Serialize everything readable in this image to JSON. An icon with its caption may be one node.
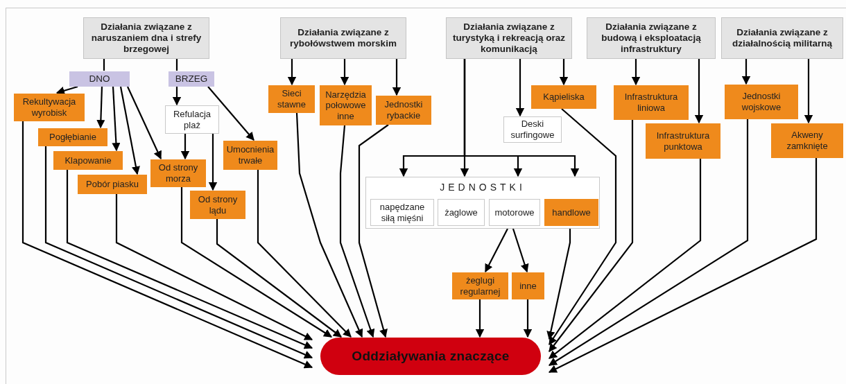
{
  "diagram": {
    "nodes": [
      {
        "text": [
          "Działania związane z naruszaniem dna i strefy brzegowej"
        ]
      },
      {
        "text": [
          "DNO"
        ]
      },
      {
        "text": [
          "BRZEG"
        ]
      },
      {
        "text": [
          "Rekultywacja wyrobisk"
        ]
      },
      {
        "text": [
          "Pogłębianie"
        ]
      },
      {
        "text": [
          "Klapowanie"
        ]
      },
      {
        "text": [
          "Pobór piasku"
        ]
      },
      {
        "text": [
          "Refulacja plaż"
        ]
      },
      {
        "text": [
          "Od strony morza"
        ]
      },
      {
        "text": [
          "Od strony lądu"
        ]
      },
      {
        "text": [
          "Umocnienia trwałe"
        ]
      },
      {
        "text": [
          "Działania związane z rybołówstwem morskim"
        ]
      },
      {
        "text": [
          "Sieci stawne"
        ]
      },
      {
        "text": [
          "Narzędzia połowowe inne"
        ]
      },
      {
        "text": [
          "Jednostki rybackie"
        ]
      },
      {
        "text": [
          "Działania związane z turystyką i rekreacją oraz komunikacją"
        ]
      },
      {
        "text": [
          "Kąpieliska"
        ]
      },
      {
        "text": [
          "Deski surfingowe"
        ]
      },
      {
        "text": [
          "JEDNOSTKI"
        ]
      },
      {
        "text": [
          "napędzane siłą mięśni"
        ],
        "in": 18
      },
      {
        "text": [
          "żaglowe"
        ],
        "in": 18
      },
      {
        "text": [
          "motorowe"
        ],
        "in": 18
      },
      {
        "text": [
          "handlowe"
        ],
        "in": 18
      },
      {
        "text": [
          "żeglugi regularnej"
        ]
      },
      {
        "text": [
          "inne"
        ]
      },
      {
        "text": [
          "Działania związane z budową i eksploatacją infrastruktury"
        ]
      },
      {
        "text": [
          "Infrastruktura liniowa"
        ]
      },
      {
        "text": [
          "Infrastruktura punktowa"
        ]
      },
      {
        "text": [
          "Działania związane z działalnością militarną"
        ]
      },
      {
        "text": [
          "Jednostki wojskowe"
        ]
      },
      {
        "text": [
          "Akweny zamknięte"
        ]
      },
      {
        "text": [
          "Oddziaływania znaczące"
        ]
      }
    ],
    "edges": [
      {
        "from": 0,
        "to": 1,
        "arrow": "none"
      },
      {
        "from": 1,
        "to": 3,
        "arrow": "to"
      },
      {
        "from": 1,
        "to": 4,
        "arrow": "to"
      },
      {
        "from": 1,
        "to": 5,
        "arrow": "to"
      },
      {
        "from": 1,
        "to": 6,
        "arrow": "to"
      },
      {
        "from": 1,
        "to": 8,
        "arrow": "to"
      },
      {
        "from": 0,
        "to": 2,
        "arrow": "none"
      },
      {
        "from": 2,
        "to": 7,
        "arrow": "to"
      },
      {
        "from": 2,
        "to": 10,
        "arrow": "to"
      },
      {
        "from": 7,
        "to": 8,
        "arrow": "to"
      },
      {
        "from": 7,
        "to": 9,
        "arrow": "to"
      },
      {
        "from": 11,
        "to": 12,
        "arrow": "to"
      },
      {
        "from": 11,
        "to": 13,
        "arrow": "to"
      },
      {
        "from": 11,
        "to": 14,
        "arrow": "to"
      },
      {
        "from": 15,
        "to": 16,
        "arrow": "to"
      },
      {
        "from": 15,
        "to": 17,
        "arrow": "to"
      },
      {
        "from": 15,
        "to": 19,
        "arrow": "to"
      },
      {
        "from": 15,
        "to": 20,
        "arrow": "to"
      },
      {
        "from": 15,
        "to": 21,
        "arrow": "to"
      },
      {
        "from": 15,
        "to": 22,
        "arrow": "to"
      },
      {
        "from": 21,
        "to": 23,
        "arrow": "to"
      },
      {
        "from": 21,
        "to": 24,
        "arrow": "to"
      },
      {
        "from": 25,
        "to": 26,
        "arrow": "to"
      },
      {
        "from": 25,
        "to": 27,
        "arrow": "to"
      },
      {
        "from": 28,
        "to": 29,
        "arrow": "to"
      },
      {
        "from": 28,
        "to": 30,
        "arrow": "to"
      },
      {
        "from": 3,
        "to": 31,
        "arrow": "to"
      },
      {
        "from": 4,
        "to": 31,
        "arrow": "to"
      },
      {
        "from": 5,
        "to": 31,
        "arrow": "to"
      },
      {
        "from": 6,
        "to": 31,
        "arrow": "to"
      },
      {
        "from": 8,
        "to": 31,
        "arrow": "to"
      },
      {
        "from": 9,
        "to": 31,
        "arrow": "to"
      },
      {
        "from": 10,
        "to": 31,
        "arrow": "to"
      },
      {
        "from": 12,
        "to": 31,
        "arrow": "to"
      },
      {
        "from": 13,
        "to": 31,
        "arrow": "to"
      },
      {
        "from": 14,
        "to": 31,
        "arrow": "to"
      },
      {
        "from": 23,
        "to": 31,
        "arrow": "to"
      },
      {
        "from": 24,
        "to": 31,
        "arrow": "to"
      },
      {
        "from": 22,
        "to": 31,
        "arrow": "to"
      },
      {
        "from": 16,
        "to": 31,
        "arrow": "to"
      },
      {
        "from": 26,
        "to": 31,
        "arrow": "to"
      },
      {
        "from": 27,
        "to": 31,
        "arrow": "to"
      },
      {
        "from": 29,
        "to": 31,
        "arrow": "to"
      },
      {
        "from": 30,
        "to": 31,
        "arrow": "to"
      }
    ]
  }
}
